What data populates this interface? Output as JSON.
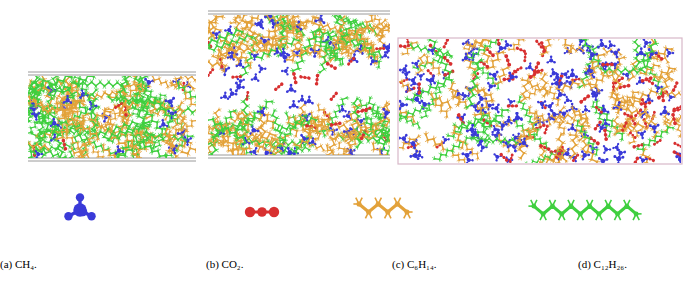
{
  "diagram": {
    "labels": [
      "(a) CH₄.",
      "(b) CO₂.",
      "(c) C₆H₁₄.",
      "(d) C₁₂H₂₆."
    ]
  }
}
